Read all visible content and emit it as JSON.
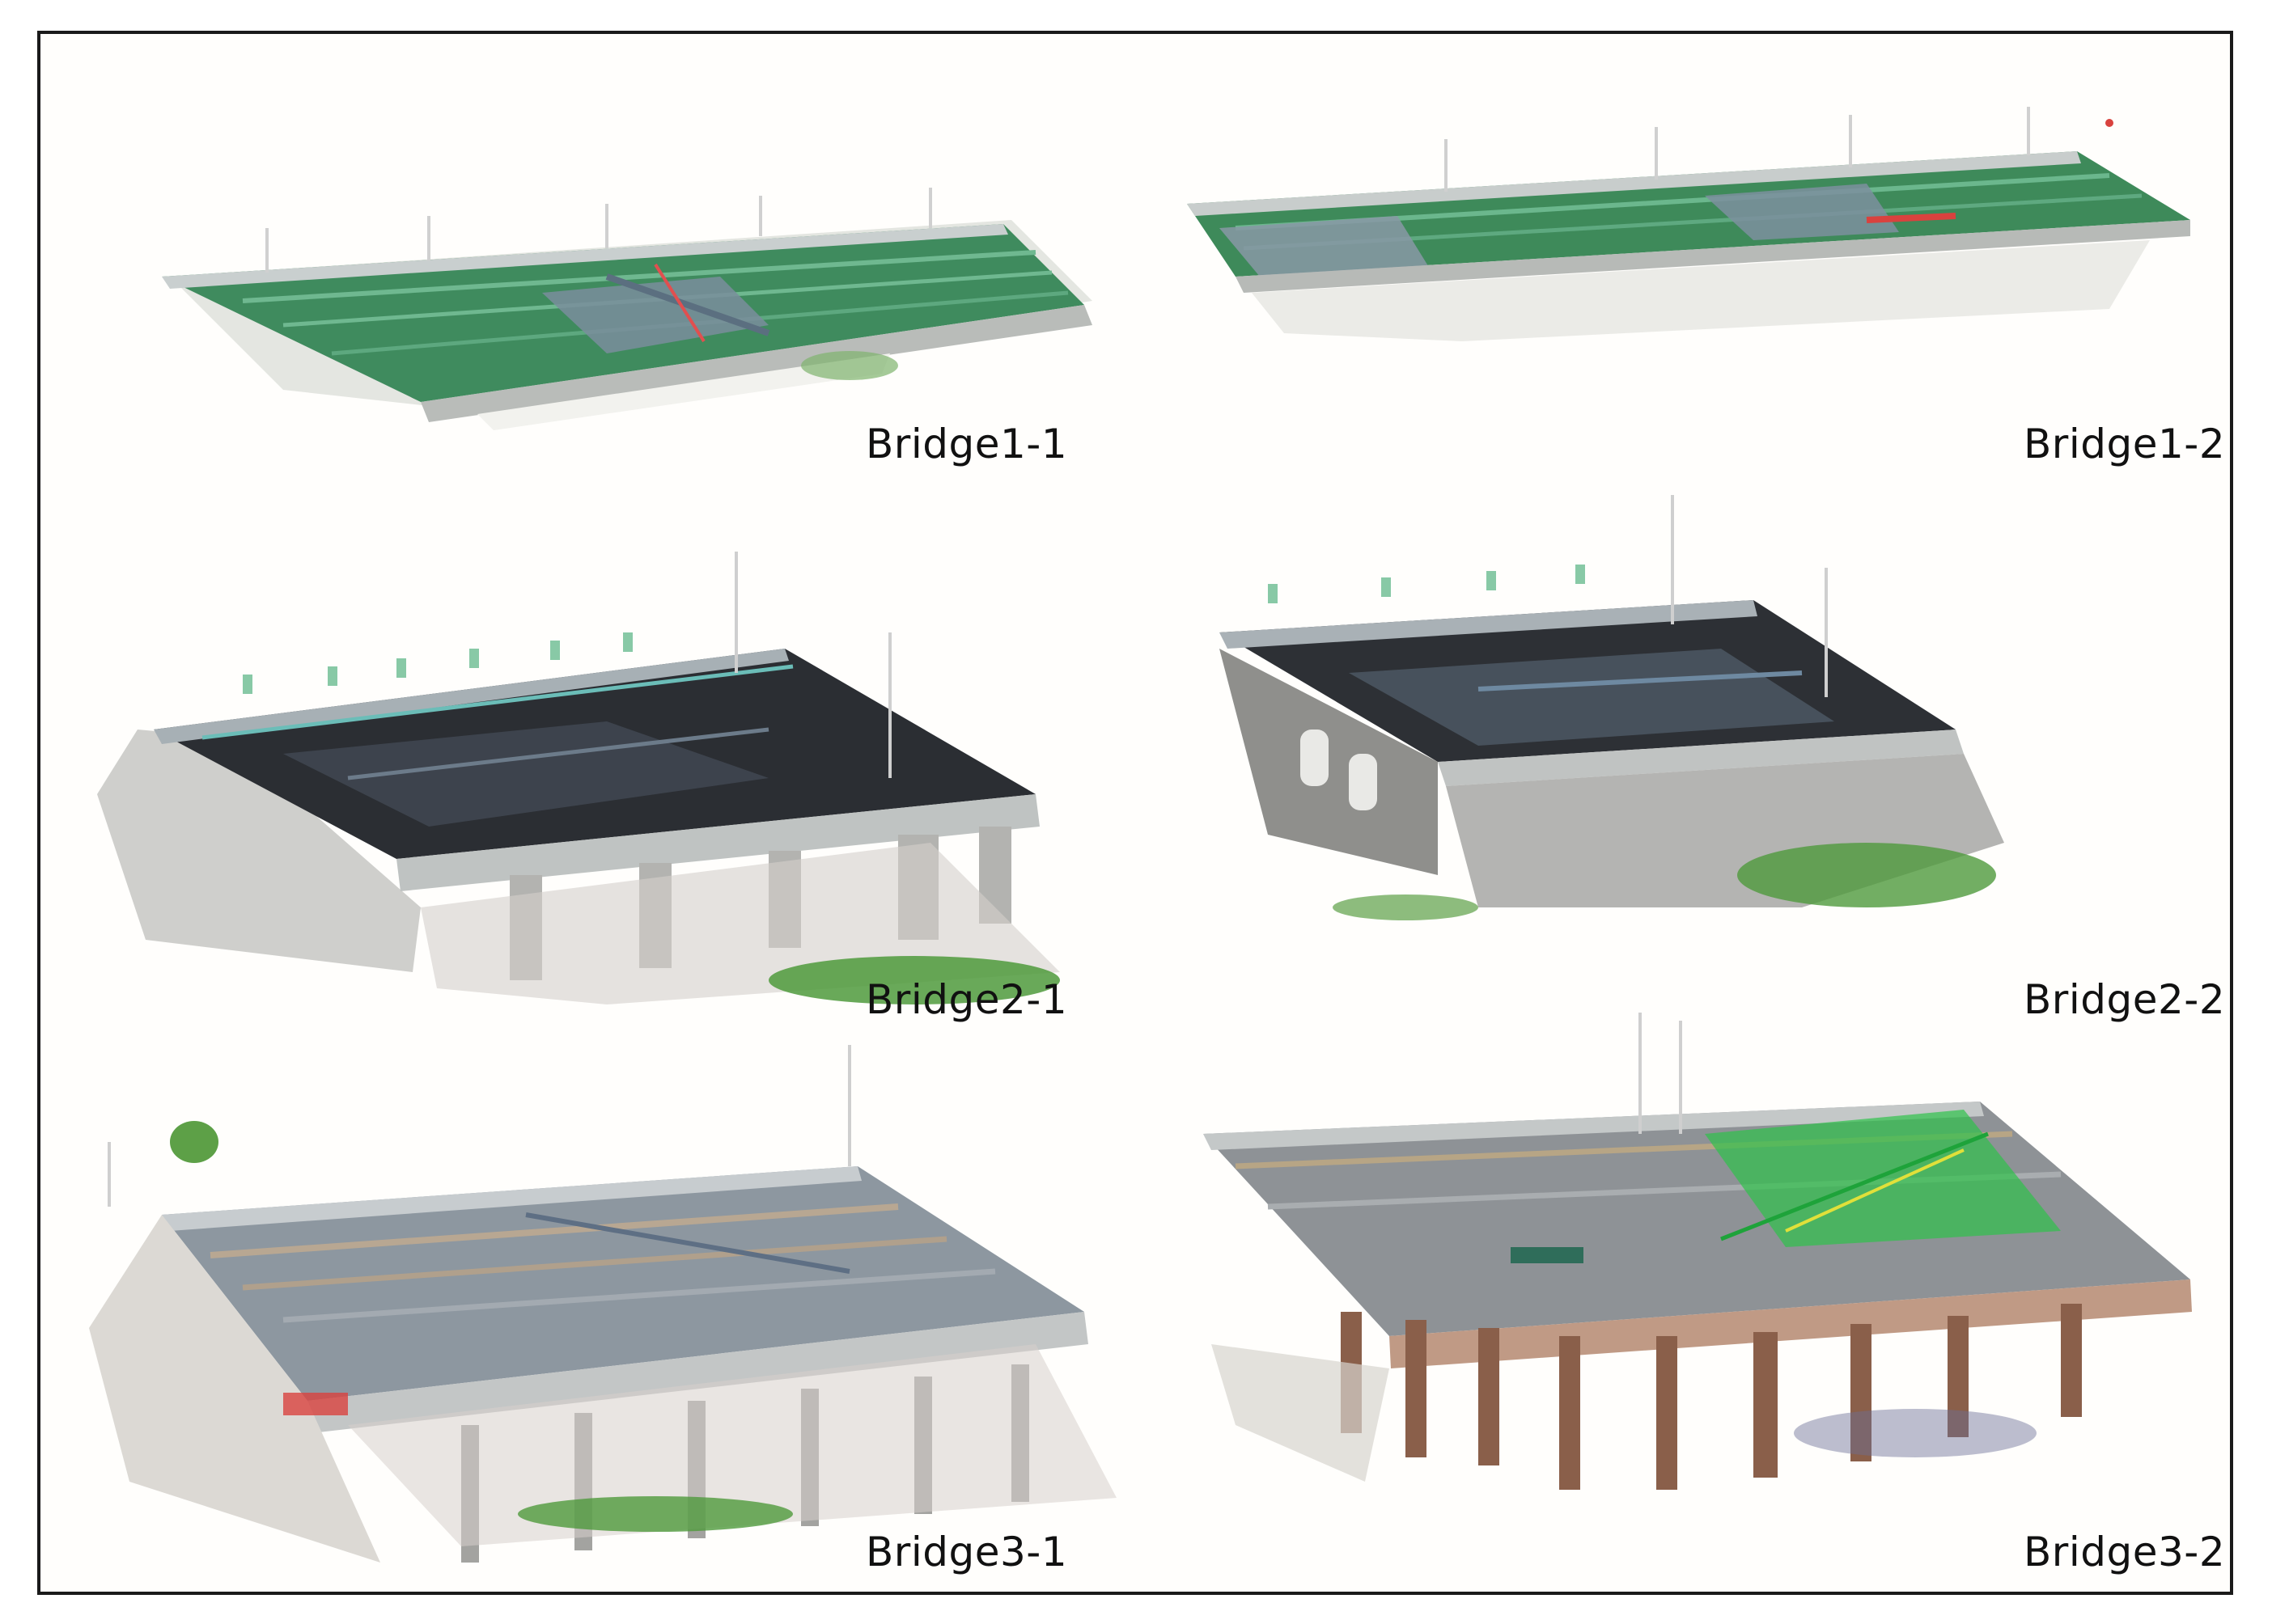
{
  "figure": {
    "panels": [
      {
        "id": "b11",
        "label": "Bridge1-1",
        "style": "deck-green"
      },
      {
        "id": "b12",
        "label": "Bridge1-2",
        "style": "deck-green"
      },
      {
        "id": "b21",
        "label": "Bridge2-1",
        "style": "dark-deck"
      },
      {
        "id": "b22",
        "label": "Bridge2-2",
        "style": "dark-deck"
      },
      {
        "id": "b31",
        "label": "Bridge3-1",
        "style": "grey-deck"
      },
      {
        "id": "b32",
        "label": "Bridge3-2",
        "style": "grey-deck"
      }
    ],
    "colors": {
      "frame": "#1a1a1a",
      "background": "#fffefc",
      "deck_green": "#3c8a5a",
      "deck_dark": "#2c2f33",
      "deck_grey": "#8f9aa3",
      "pier": "#9d9d9d",
      "pier_rust": "#7a5a48",
      "vegetation": "#4f9a3c"
    }
  }
}
